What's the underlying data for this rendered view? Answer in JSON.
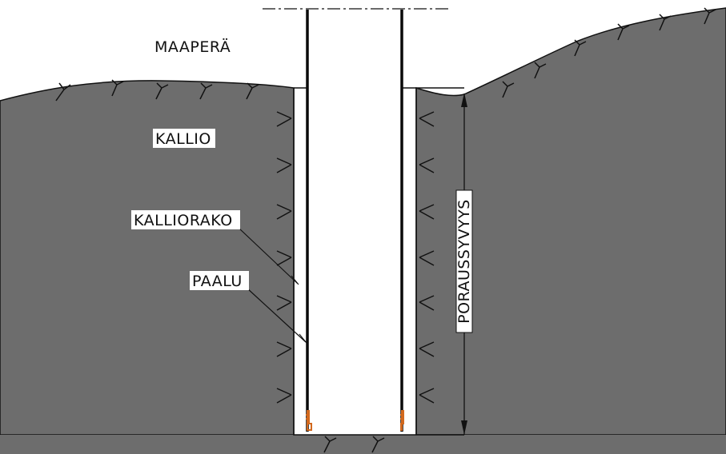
{
  "labels": {
    "soil": "MAAPERÄ",
    "rock": "KALLIO",
    "rock_gap": "KALLIORAKO",
    "pile": "PAALU",
    "drilling_depth": "PORAUSSYVYYS"
  },
  "colors": {
    "rock": "#6d6d6d",
    "soil": "#ffffff",
    "outline": "#111111",
    "pile_line": "#0a0a0a",
    "pile_tip": "#d2691e"
  },
  "icons": {
    "rock_hatch": "rock-hatch-symbol",
    "dimension_arrow": "arrowhead"
  }
}
